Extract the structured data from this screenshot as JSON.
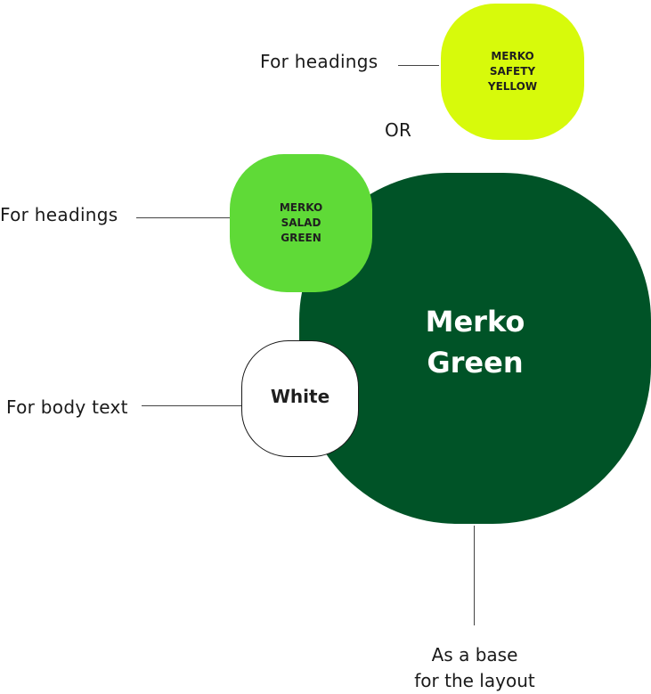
{
  "diagram": {
    "nodes": {
      "merko_safety_yellow": {
        "text": "MERKO\nSAFETY\nYELLOW",
        "color": "#d7fa0b",
        "usage": "For headings"
      },
      "merko_salad_green": {
        "text": "MERKO\nSALAD\nGREEN",
        "color": "#5fda37",
        "usage": "For headings"
      },
      "merko_green": {
        "text": "Merko\nGreen",
        "color": "#005327",
        "usage": "As a base\nfor the layout"
      },
      "white": {
        "text": "White",
        "color": "#ffffff",
        "usage": "For body text"
      }
    },
    "separator": "OR"
  }
}
